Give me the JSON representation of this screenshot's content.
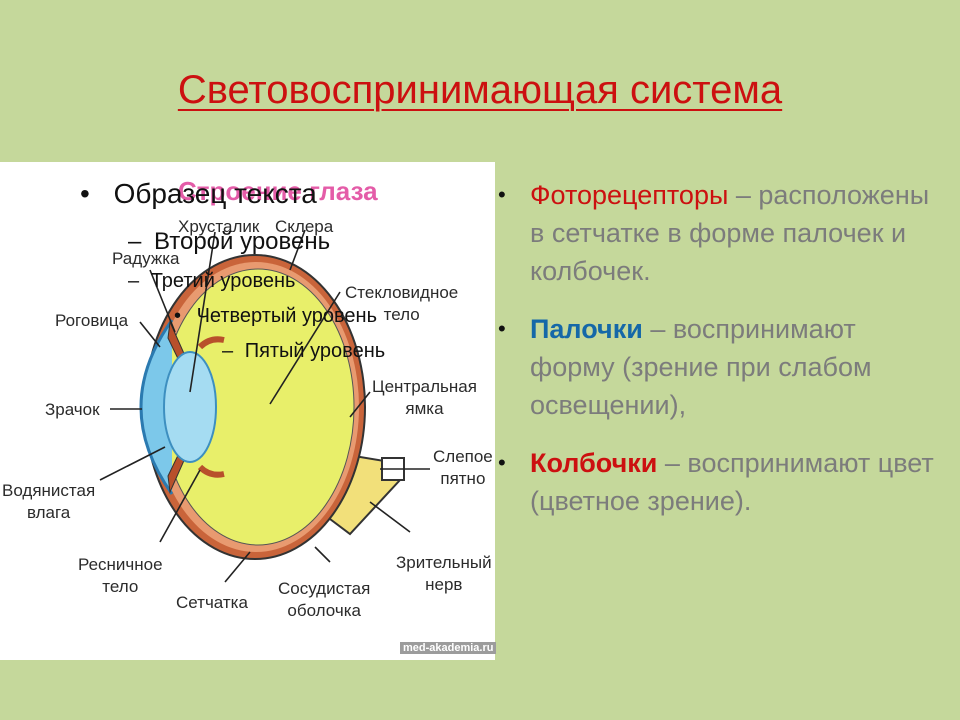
{
  "title": "Световоспринимающая система",
  "diagram": {
    "heading": "Строение глаза",
    "watermark": "med-akademia.ru",
    "labels": {
      "crystalline": "Хрусталик",
      "sclera": "Склера",
      "iris": "Радужка",
      "cornea": "Роговица",
      "vitreous_line1": "Стекловидное",
      "vitreous_line2": "тело",
      "pupil": "Зрачок",
      "fovea_line1": "Центральная",
      "fovea_line2": "ямка",
      "blind_line1": "Слепое",
      "blind_line2": "пятно",
      "aqueous_line1": "Водянистая",
      "aqueous_line2": "влага",
      "ciliary_line1": "Ресничное",
      "ciliary_line2": "тело",
      "retina": "Сетчатка",
      "choroid_line1": "Сосудистая",
      "choroid_line2": "оболочка",
      "nerve_line1": "Зрительный",
      "nerve_line2": "нерв"
    }
  },
  "placeholder_outline": {
    "level1": "Образец текста",
    "level2": "Второй уровень",
    "level3": "Третий уровень",
    "level4": "Четвертый уровень",
    "level5": "Пятый уровень"
  },
  "bullets": [
    {
      "term": "Фоторецепторы",
      "rest": " – расположены в сетчатке в форме палочек и колбочек."
    },
    {
      "term": "Палочки",
      "rest": " – воспринимают форму (зрение при слабом освещении),"
    },
    {
      "term": "Колбочки",
      "rest": " – воспринимают цвет (цветное зрение)."
    }
  ],
  "colors": {
    "background": "#c5d89b",
    "title": "#cc1010",
    "term_red": "#cc1010",
    "term_blue": "#1568a8",
    "body_text": "#7c7c7c"
  }
}
